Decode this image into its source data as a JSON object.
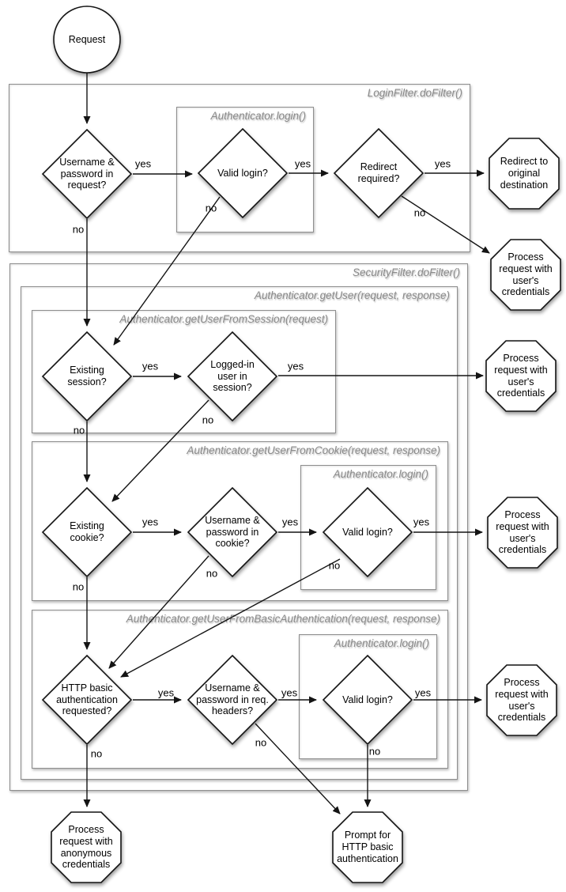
{
  "labels": {
    "yes": "yes",
    "no": "no"
  },
  "containers": {
    "login_filter": "LoginFilter.doFilter()",
    "authenticator_login": "Authenticator.login()",
    "security_filter": "SecurityFilter.doFilter()",
    "authenticator_get_user": "Authenticator.getUser(request, response)",
    "get_user_from_session": "Authenticator.getUserFromSession(request)",
    "get_user_from_cookie": "Authenticator.getUserFromCookie(request, response)",
    "get_user_from_basic_authentication": "Authenticator.getUserFromBasicAuthentication(request, response)"
  },
  "nodes": {
    "request": "Request",
    "username_password_in_request": "Username & password in request?",
    "valid_login": "Valid login?",
    "redirect_required": "Redirect required?",
    "redirect_to_original_destination": "Redirect to original destination",
    "process_request_with_users_credentials": "Process request with user's credentials",
    "existing_session": "Existing session?",
    "logged_in_user_in_session": "Logged-in user in session?",
    "existing_cookie": "Existing cookie?",
    "username_password_in_cookie": "Username & password in cookie?",
    "http_basic_authentication_requested": "HTTP basic authentication requested?",
    "username_password_in_req_headers": "Username & password in req. headers?",
    "process_request_with_anonymous_credentials": "Process request with anonymous credentials",
    "prompt_for_http_basic_authentication": "Prompt for HTTP basic authentication"
  },
  "colors": {
    "shape_stroke": "#141414",
    "shape_fill": "#ffffff",
    "container_border": "#8f8f8f",
    "container_label": "#8a8a8a",
    "text": "#000000",
    "background": "#ffffff"
  }
}
